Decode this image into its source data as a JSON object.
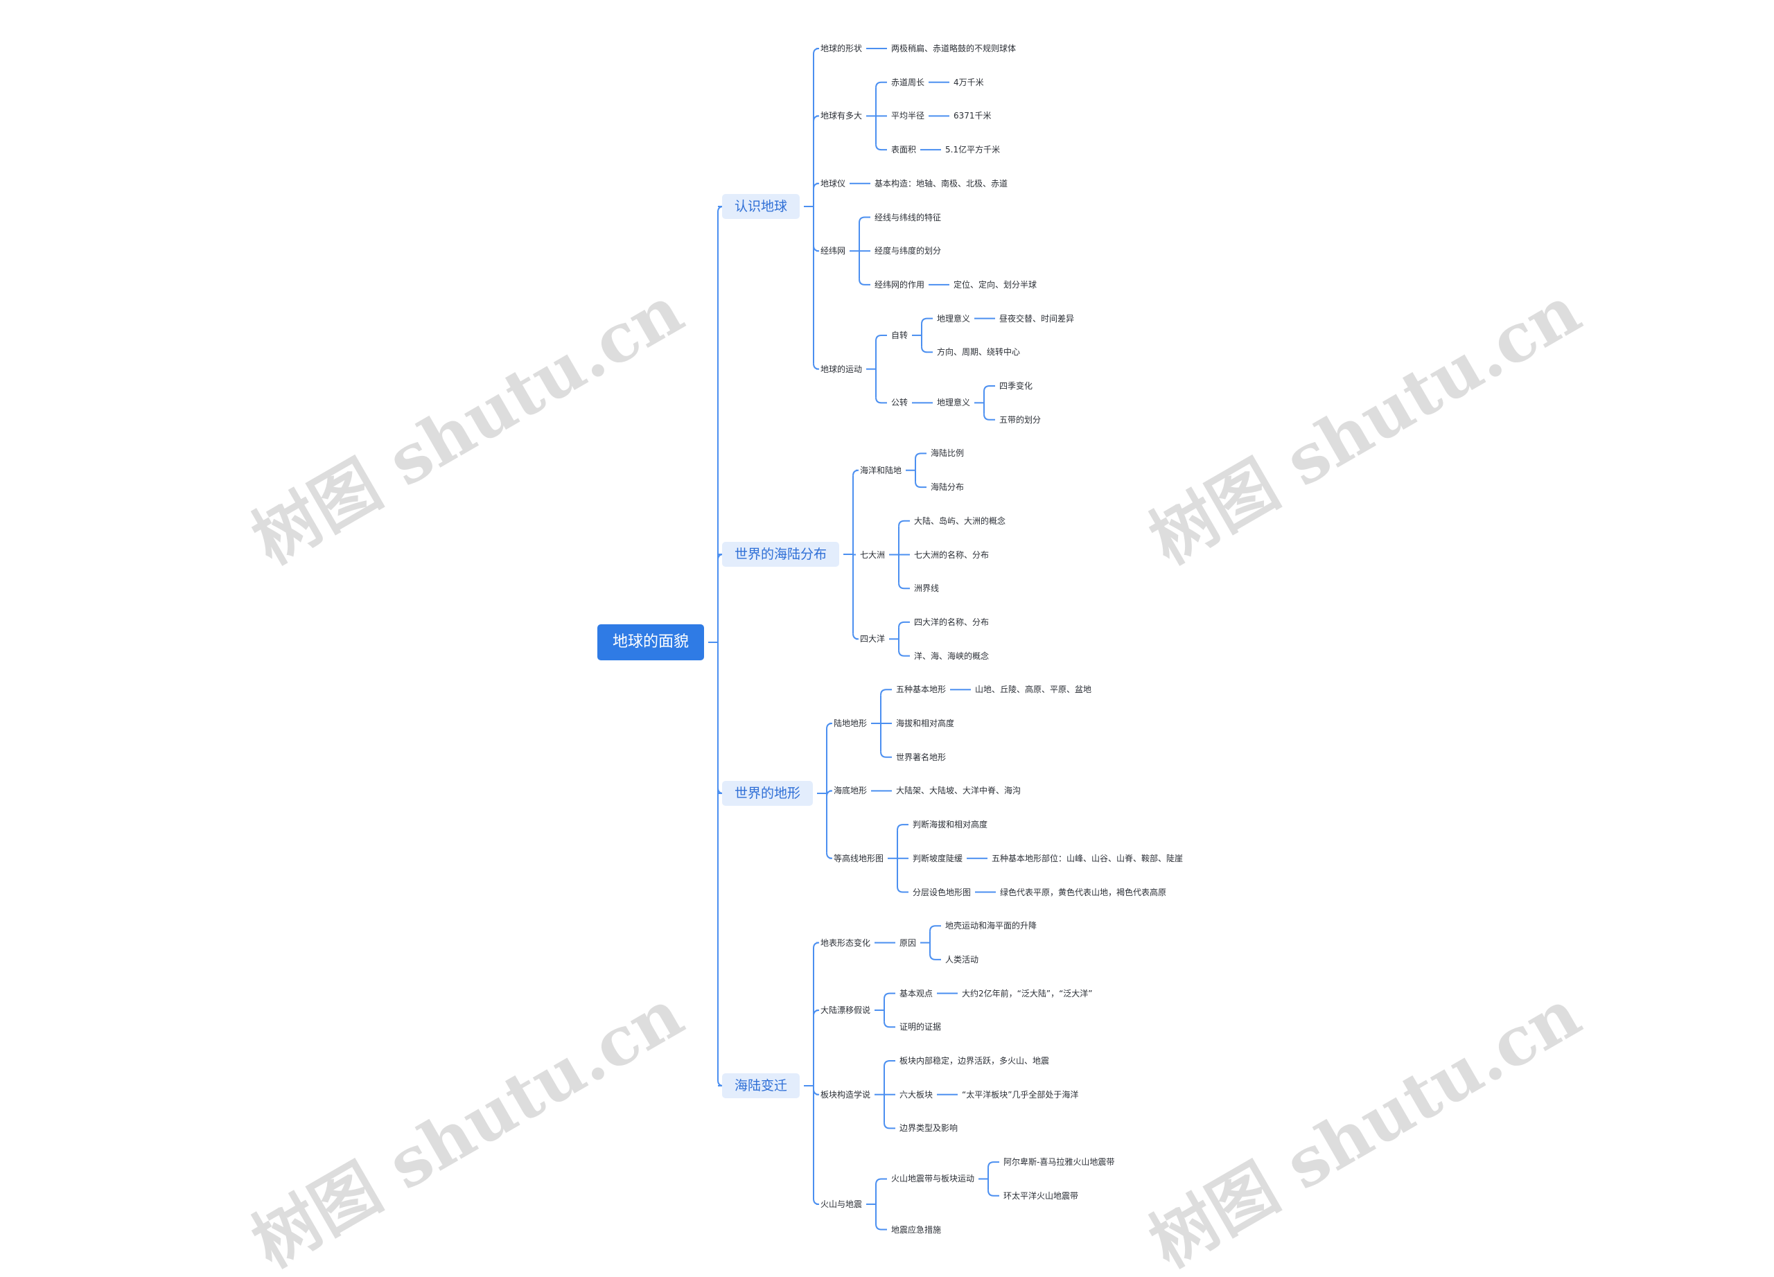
{
  "watermark": "树图 shutu.cn",
  "line_color": "#4b8ff0",
  "root": "地球的面貌",
  "branches": [
    {
      "label": "认识地球",
      "children": [
        {
          "label": "地球的形状",
          "children": [
            {
              "label": "两极稍扁、赤道略鼓的不规则球体"
            }
          ]
        },
        {
          "label": "地球有多大",
          "children": [
            {
              "label": "赤道周长",
              "children": [
                {
                  "label": "4万千米"
                }
              ]
            },
            {
              "label": "平均半径",
              "children": [
                {
                  "label": "6371千米"
                }
              ]
            },
            {
              "label": "表面积",
              "children": [
                {
                  "label": "5.1亿平方千米"
                }
              ]
            }
          ]
        },
        {
          "label": "地球仪",
          "children": [
            {
              "label": "基本构造：地轴、南极、北极、赤道"
            }
          ]
        },
        {
          "label": "经纬网",
          "children": [
            {
              "label": "经线与纬线的特征"
            },
            {
              "label": "经度与纬度的划分"
            },
            {
              "label": "经纬网的作用",
              "children": [
                {
                  "label": "定位、定向、划分半球"
                }
              ]
            }
          ]
        },
        {
          "label": "地球的运动",
          "children": [
            {
              "label": "自转",
              "children": [
                {
                  "label": "地理意义",
                  "children": [
                    {
                      "label": "昼夜交替、时间差异"
                    }
                  ]
                },
                {
                  "label": "方向、周期、绕转中心"
                }
              ]
            },
            {
              "label": "公转",
              "children": [
                {
                  "label": "地理意义",
                  "children": [
                    {
                      "label": "四季变化"
                    },
                    {
                      "label": "五带的划分"
                    }
                  ]
                }
              ]
            }
          ]
        }
      ]
    },
    {
      "label": "世界的海陆分布",
      "children": [
        {
          "label": "海洋和陆地",
          "children": [
            {
              "label": "海陆比例"
            },
            {
              "label": "海陆分布"
            }
          ]
        },
        {
          "label": "七大洲",
          "children": [
            {
              "label": "大陆、岛屿、大洲的概念"
            },
            {
              "label": "七大洲的名称、分布"
            },
            {
              "label": "洲界线"
            }
          ]
        },
        {
          "label": "四大洋",
          "children": [
            {
              "label": "四大洋的名称、分布"
            },
            {
              "label": "洋、海、海峡的概念"
            }
          ]
        }
      ]
    },
    {
      "label": "世界的地形",
      "children": [
        {
          "label": "陆地地形",
          "children": [
            {
              "label": "五种基本地形",
              "children": [
                {
                  "label": "山地、丘陵、高原、平原、盆地"
                }
              ]
            },
            {
              "label": "海拔和相对高度"
            },
            {
              "label": "世界著名地形"
            }
          ]
        },
        {
          "label": "海底地形",
          "children": [
            {
              "label": "大陆架、大陆坡、大洋中脊、海沟"
            }
          ]
        },
        {
          "label": "等高线地形图",
          "children": [
            {
              "label": "判断海拔和相对高度"
            },
            {
              "label": "判断坡度陡缓",
              "children": [
                {
                  "label": "五种基本地形部位：山峰、山谷、山脊、鞍部、陡崖"
                }
              ]
            },
            {
              "label": "分层设色地形图",
              "children": [
                {
                  "label": "绿色代表平原，黄色代表山地，褐色代表高原"
                }
              ]
            }
          ]
        }
      ]
    },
    {
      "label": "海陆变迁",
      "children": [
        {
          "label": "地表形态变化",
          "children": [
            {
              "label": "原因",
              "children": [
                {
                  "label": "地壳运动和海平面的升降"
                },
                {
                  "label": "人类活动"
                }
              ]
            }
          ]
        },
        {
          "label": "大陆漂移假说",
          "children": [
            {
              "label": "基本观点",
              "children": [
                {
                  "label": "大约2亿年前，“泛大陆”，“泛大洋”"
                }
              ]
            },
            {
              "label": "证明的证据"
            }
          ]
        },
        {
          "label": "板块构造学说",
          "children": [
            {
              "label": "板块内部稳定，边界活跃，多火山、地震"
            },
            {
              "label": "六大板块",
              "children": [
                {
                  "label": "“太平洋板块”几乎全部处于海洋"
                }
              ]
            },
            {
              "label": "边界类型及影响"
            }
          ]
        },
        {
          "label": "火山与地震",
          "children": [
            {
              "label": "火山地震带与板块运动",
              "children": [
                {
                  "label": "阿尔卑斯-喜马拉雅火山地震带"
                },
                {
                  "label": "环太平洋火山地震带"
                }
              ]
            },
            {
              "label": "地震应急措施"
            }
          ]
        }
      ]
    }
  ]
}
